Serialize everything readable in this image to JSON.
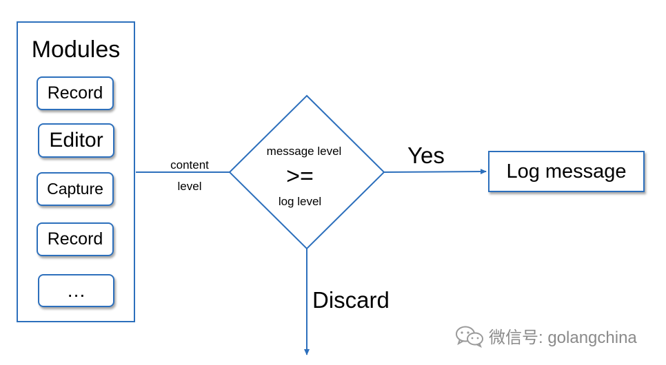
{
  "modules": {
    "title": "Modules",
    "items": [
      "Record",
      "Editor",
      "Capture",
      "Record",
      "…"
    ]
  },
  "edge_labels": {
    "content": "content\nlevel",
    "yes": "Yes",
    "discard": "Discard"
  },
  "decision": {
    "line1": "message level",
    "operator": ">=",
    "line2": "log level"
  },
  "output": {
    "label": "Log message"
  },
  "watermark": {
    "text": "微信号: golangchina",
    "icon": "wechat-icon"
  },
  "colors": {
    "stroke": "#2c6fbc",
    "watermark": "#8a8a8a"
  }
}
